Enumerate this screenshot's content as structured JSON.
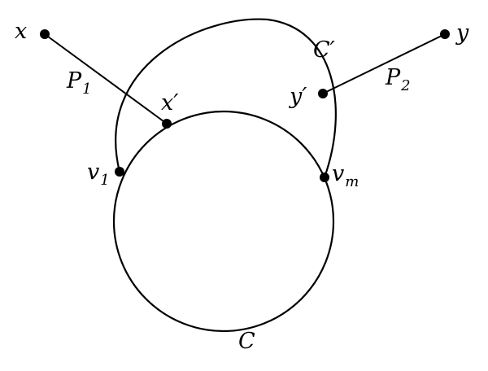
{
  "diagram": {
    "colors": {
      "stroke": "#000000",
      "background": "#ffffff"
    },
    "nodes": {
      "x": {
        "label": "x"
      },
      "y": {
        "label": "y"
      },
      "x_prime": {
        "label": "x′"
      },
      "y_prime": {
        "label": "y′"
      },
      "v1": {
        "base": "v",
        "sub": "1"
      },
      "vm": {
        "base": "v",
        "sub": "m"
      }
    },
    "edges": {
      "p1": {
        "base": "P",
        "sub": "1"
      },
      "p2": {
        "base": "P",
        "sub": "2"
      }
    },
    "cycles": {
      "c": {
        "label": "C"
      },
      "c_prime": {
        "label": "C′"
      }
    }
  }
}
